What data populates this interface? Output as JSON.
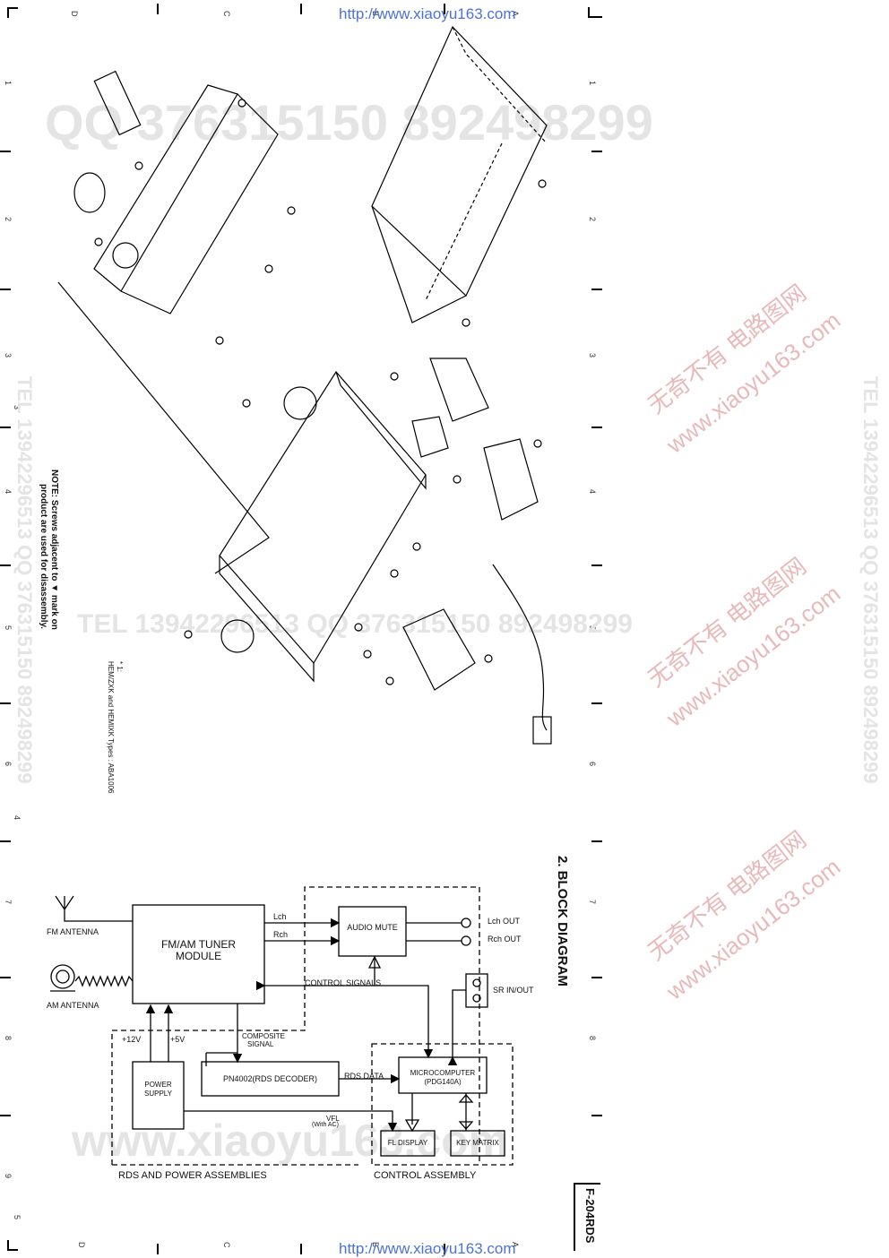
{
  "header_url": "http://www.xiaoyu163.com",
  "footer_url": "http://www.xiaoyu163.com",
  "watermarks": {
    "qq_top": "QQ 376315150 892498299",
    "tel_mid": "TEL 13942296513 QQ 376315150 892498299",
    "tel_right": "TEL 13942296513 QQ 376315150 892498299",
    "tel_left": "TEL 13942296513 QQ 376315150 892498299",
    "www_bottom": "www.xiaoyu163.com",
    "cn1": "无奇不有  电路图网",
    "cn1_url": "www.xiaoyu163.com",
    "cn2": "无奇不有  电路图网",
    "cn2_url": "www.xiaoyu163.com",
    "cn3": "无奇不有  电路图网",
    "cn3_url": "www.xiaoyu163.com"
  },
  "exploded_view": {
    "note_line1": "NOTE: Screws adjacent to ▼ mark on",
    "note_line2": "product are used for disassembly.",
    "footnote_marker": "* 1:",
    "footnote_text": "HEM/ZXK and HEMIXK Types : ABA1006"
  },
  "block_diagram": {
    "section_title": "2.  BLOCK DIAGRAM",
    "fm_antenna": "FM ANTENNA",
    "am_antenna": "AM ANTENNA",
    "tuner_line1": "FM/AM TUNER",
    "tuner_line2": "MODULE",
    "lch": "Lch",
    "rch": "Rch",
    "audio_mute": "AUDIO MUTE",
    "lch_out": "Lch  OUT",
    "rch_out": "Rch  OUT",
    "sr_inout": "SR  IN/OUT",
    "control_signals": "CONTROL SIGNALS",
    "composite_line1": "COMPOSITE",
    "composite_line2": "SIGNAL",
    "plus12v": "+12V",
    "plus5v": "+5V",
    "power_line1": "POWER",
    "power_line2": "SUPPLY",
    "rds_decoder": "PN4002(RDS DECODER)",
    "rds_data": "RDS DATA",
    "micro_line1": "MICROCOMPUTER",
    "micro_line2": "(PDG140A)",
    "vfl_line1": "VFL",
    "vfl_line2": "(With AC)",
    "fl_display": "FL DISPLAY",
    "key_matrix": "KEY MATRIX",
    "rds_power_label": "RDS  AND  POWER  ASSEMBLIES",
    "control_assembly_label": "CONTROL  ASSEMBLY"
  },
  "model": "F-204RDS",
  "grid_labels": {
    "top_letters": [
      "D",
      "C",
      "B",
      "A"
    ],
    "left_numbers": [
      "1",
      "2",
      "3",
      "4",
      "5",
      "6",
      "7",
      "8",
      "9"
    ],
    "side_numbers": [
      "3",
      "4",
      "5"
    ]
  }
}
